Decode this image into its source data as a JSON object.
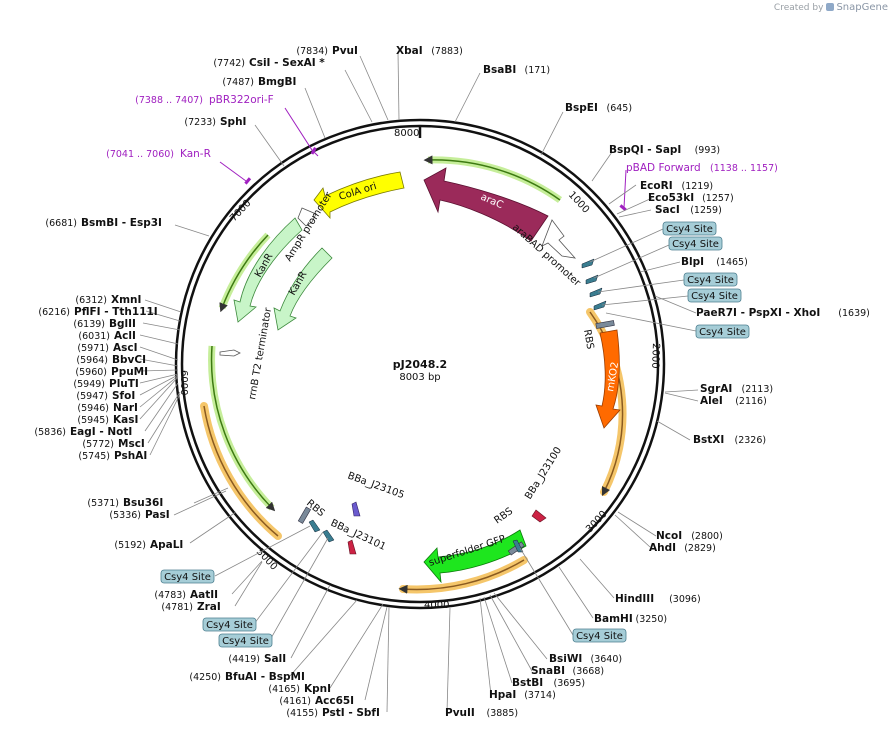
{
  "plasmid": {
    "name": "pJ2048.2",
    "length_label": "8003 bp",
    "length": 8003
  },
  "logo": {
    "prefix": "Created by",
    "brand": "SnapGene"
  },
  "colors": {
    "feature_label": "#a020c0",
    "site_fill": "#a6cdd7",
    "site_stroke": "#4d7f90"
  },
  "ticks": [
    "1000",
    "2000",
    "3000",
    "4000",
    "5000",
    "6000",
    "7000",
    "8000"
  ],
  "enzymes": [
    {
      "name": "PvuI",
      "pos": "(7834)",
      "pos_first": true
    },
    {
      "name": "CsiI - SexAI *",
      "pos": "(7742)",
      "pos_first": true
    },
    {
      "name": "BmgBI",
      "pos": "(7487)",
      "pos_first": true
    },
    {
      "name": "SphI",
      "pos": "(7233)",
      "pos_first": true
    },
    {
      "name": "BsmBI - Esp3I",
      "pos": "(6681)",
      "pos_first": true
    },
    {
      "name": "XmnI",
      "pos": "(6312)",
      "pos_first": true
    },
    {
      "name": "PflFI - Tth111I",
      "pos": "(6216)",
      "pos_first": true
    },
    {
      "name": "BglII",
      "pos": "(6139)",
      "pos_first": true
    },
    {
      "name": "AclI",
      "pos": "(6031)",
      "pos_first": true
    },
    {
      "name": "AscI",
      "pos": "(5971)",
      "pos_first": true
    },
    {
      "name": "BbvCI",
      "pos": "(5964)",
      "pos_first": true
    },
    {
      "name": "PpuMI",
      "pos": "(5960)",
      "pos_first": true
    },
    {
      "name": "PluTI",
      "pos": "(5949)",
      "pos_first": true
    },
    {
      "name": "SfoI",
      "pos": "(5947)",
      "pos_first": true
    },
    {
      "name": "NarI",
      "pos": "(5946)",
      "pos_first": true
    },
    {
      "name": "KasI",
      "pos": "(5945)",
      "pos_first": true
    },
    {
      "name": "EagI - NotI",
      "pos": "(5836)",
      "pos_first": true
    },
    {
      "name": "MscI",
      "pos": "(5772)",
      "pos_first": true
    },
    {
      "name": "PshAI",
      "pos": "(5745)",
      "pos_first": true
    },
    {
      "name": "Bsu36I",
      "pos": "(5371)",
      "pos_first": true
    },
    {
      "name": "PasI",
      "pos": "(5336)",
      "pos_first": true
    },
    {
      "name": "ApaLI",
      "pos": "(5192)",
      "pos_first": true
    },
    {
      "name": "AatII",
      "pos": "(4783)",
      "pos_first": true
    },
    {
      "name": "ZraI",
      "pos": "(4781)",
      "pos_first": true
    },
    {
      "name": "SalI",
      "pos": "(4419)",
      "pos_first": true
    },
    {
      "name": "BfuAI - BspMI",
      "pos": "(4250)",
      "pos_first": true
    },
    {
      "name": "KpnI",
      "pos": "(4165)",
      "pos_first": true
    },
    {
      "name": "Acc65I",
      "pos": "(4161)",
      "pos_first": true
    },
    {
      "name": "PstI - SbfI",
      "pos": "(4155)",
      "pos_first": true
    },
    {
      "name": "XbaI",
      "pos": "(7883)",
      "pos_first": false
    },
    {
      "name": "BsaBI",
      "pos": "(171)",
      "pos_first": false
    },
    {
      "name": "BspEI",
      "pos": "(645)",
      "pos_first": false
    },
    {
      "name": "BspQI - SapI",
      "pos": "(993)",
      "pos_first": false
    },
    {
      "name": "EcoRI",
      "pos": "(1219)",
      "pos_first": false
    },
    {
      "name": "Eco53kI",
      "pos": "(1257)",
      "pos_first": false
    },
    {
      "name": "SacI",
      "pos": "(1259)",
      "pos_first": false
    },
    {
      "name": "BlpI",
      "pos": "(1465)",
      "pos_first": false
    },
    {
      "name": "PaeR7I - PspXI - XhoI",
      "pos": "(1639)",
      "pos_first": false
    },
    {
      "name": "SgrAI",
      "pos": "(2113)",
      "pos_first": false
    },
    {
      "name": "AleI",
      "pos": "(2116)",
      "pos_first": false
    },
    {
      "name": "BstXI",
      "pos": "(2326)",
      "pos_first": false
    },
    {
      "name": "NcoI",
      "pos": "(2800)",
      "pos_first": false
    },
    {
      "name": "AhdI",
      "pos": "(2829)",
      "pos_first": false
    },
    {
      "name": "HindIII",
      "pos": "(3096)",
      "pos_first": false
    },
    {
      "name": "BamHI",
      "pos": "(3250)",
      "pos_first": false
    },
    {
      "name": "BsiWI",
      "pos": "(3640)",
      "pos_first": false
    },
    {
      "name": "SnaBI",
      "pos": "(3668)",
      "pos_first": false
    },
    {
      "name": "BstBI",
      "pos": "(3695)",
      "pos_first": false
    },
    {
      "name": "HpaI",
      "pos": "(3714)",
      "pos_first": false
    },
    {
      "name": "PvuII",
      "pos": "(3885)",
      "pos_first": false
    }
  ],
  "primers": [
    {
      "name": "pBR322ori-F",
      "range": "(7388 .. 7407)",
      "range_first": true
    },
    {
      "name": "Kan-R",
      "range": "(7041 .. 7060)",
      "range_first": true
    },
    {
      "name": "pBAD Forward",
      "range": "(1138 .. 1157)",
      "range_first": false
    }
  ],
  "site_badges": [
    "Csy4 Site",
    "Csy4 Site",
    "Csy4 Site",
    "Csy4 Site",
    "Csy4 Site",
    "Csy4 Site",
    "Csy4 Site",
    "Csy4 Site",
    "Csy4 Site"
  ],
  "features": [
    {
      "label": "araC",
      "color": "#9b2a5a",
      "type": "gene"
    },
    {
      "label": "araBAD promoter",
      "color": "#ffffff",
      "type": "promoter"
    },
    {
      "label": "mKO2",
      "color": "#ff6a00",
      "type": "gene"
    },
    {
      "label": "superfolder GFP",
      "color": "#1ee61e",
      "type": "gene"
    },
    {
      "label": "ColA ori",
      "color": "#ffff00",
      "type": "origin"
    },
    {
      "label": "AmpR promoter",
      "color": "#ffffff",
      "type": "promoter"
    },
    {
      "label": "KanR",
      "color": "#c8f5c8",
      "type": "gene"
    },
    {
      "label": "KanR",
      "color": "#c8f5c8",
      "type": "gene"
    },
    {
      "label": "rrnB T2 terminator",
      "color": "#ffffff",
      "type": "terminator"
    },
    {
      "label": "RBS",
      "type": "rbs"
    },
    {
      "label": "RBS",
      "type": "rbs"
    },
    {
      "label": "RBS",
      "type": "rbs"
    },
    {
      "label": "BBa_J23100",
      "color": "#cc2244",
      "type": "promoter_small"
    },
    {
      "label": "BBa_J23101",
      "color": "#cc2244",
      "type": "promoter_small"
    },
    {
      "label": "BBa_J23105",
      "color": "#6a5acd",
      "type": "promoter_small"
    }
  ]
}
